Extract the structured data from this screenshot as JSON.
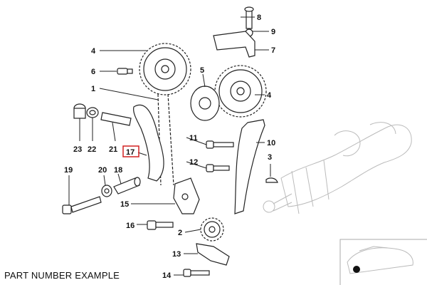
{
  "caption": "PART NUMBER EXAMPLE",
  "highlight_color": "#d22222",
  "labels": {
    "l8": "8",
    "l9": "9",
    "l7": "7",
    "l4a": "4",
    "l6": "6",
    "l5": "5",
    "l4b": "4",
    "l1": "1",
    "l23": "23",
    "l22": "22",
    "l21": "21",
    "l17": "17",
    "l11": "11",
    "l10": "10",
    "l3": "3",
    "l12": "12",
    "l19": "19",
    "l20": "20",
    "l18": "18",
    "l15": "15",
    "l16": "16",
    "l2": "2",
    "l13": "13",
    "l14": "14"
  }
}
